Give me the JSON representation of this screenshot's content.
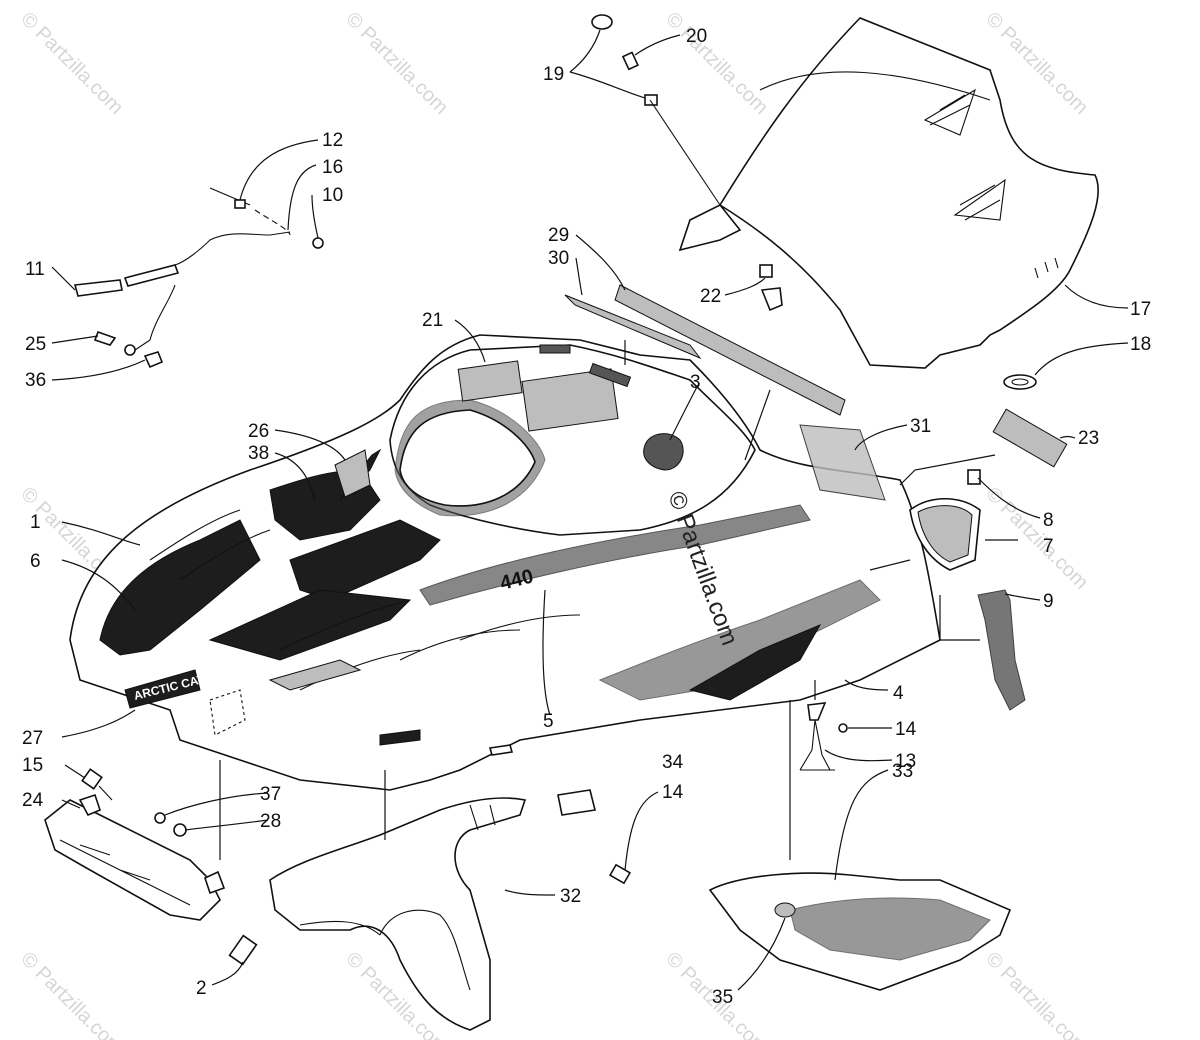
{
  "watermark": {
    "text": "© Partzilla.com",
    "center_text": "© Partzilla.com"
  },
  "hood_decal": {
    "brand": "ARCTIC CAT",
    "model_number": "440"
  },
  "callouts": [
    {
      "id": "1",
      "label": "1"
    },
    {
      "id": "2",
      "label": "2"
    },
    {
      "id": "3",
      "label": "3"
    },
    {
      "id": "4",
      "label": "4"
    },
    {
      "id": "5",
      "label": "5"
    },
    {
      "id": "6",
      "label": "6"
    },
    {
      "id": "7",
      "label": "7"
    },
    {
      "id": "8",
      "label": "8"
    },
    {
      "id": "9",
      "label": "9"
    },
    {
      "id": "10",
      "label": "10"
    },
    {
      "id": "11",
      "label": "11"
    },
    {
      "id": "12",
      "label": "12"
    },
    {
      "id": "13",
      "label": "13"
    },
    {
      "id": "14a",
      "label": "14"
    },
    {
      "id": "14b",
      "label": "14"
    },
    {
      "id": "15",
      "label": "15"
    },
    {
      "id": "16",
      "label": "16"
    },
    {
      "id": "17",
      "label": "17"
    },
    {
      "id": "18",
      "label": "18"
    },
    {
      "id": "19",
      "label": "19"
    },
    {
      "id": "20",
      "label": "20"
    },
    {
      "id": "21",
      "label": "21"
    },
    {
      "id": "22",
      "label": "22"
    },
    {
      "id": "23",
      "label": "23"
    },
    {
      "id": "24",
      "label": "24"
    },
    {
      "id": "25",
      "label": "25"
    },
    {
      "id": "26",
      "label": "26"
    },
    {
      "id": "27",
      "label": "27"
    },
    {
      "id": "28",
      "label": "28"
    },
    {
      "id": "29",
      "label": "29"
    },
    {
      "id": "30",
      "label": "30"
    },
    {
      "id": "31",
      "label": "31"
    },
    {
      "id": "32",
      "label": "32"
    },
    {
      "id": "33",
      "label": "33"
    },
    {
      "id": "34",
      "label": "34"
    },
    {
      "id": "35",
      "label": "35"
    },
    {
      "id": "36",
      "label": "36"
    },
    {
      "id": "37",
      "label": "37"
    },
    {
      "id": "38",
      "label": "38"
    }
  ]
}
